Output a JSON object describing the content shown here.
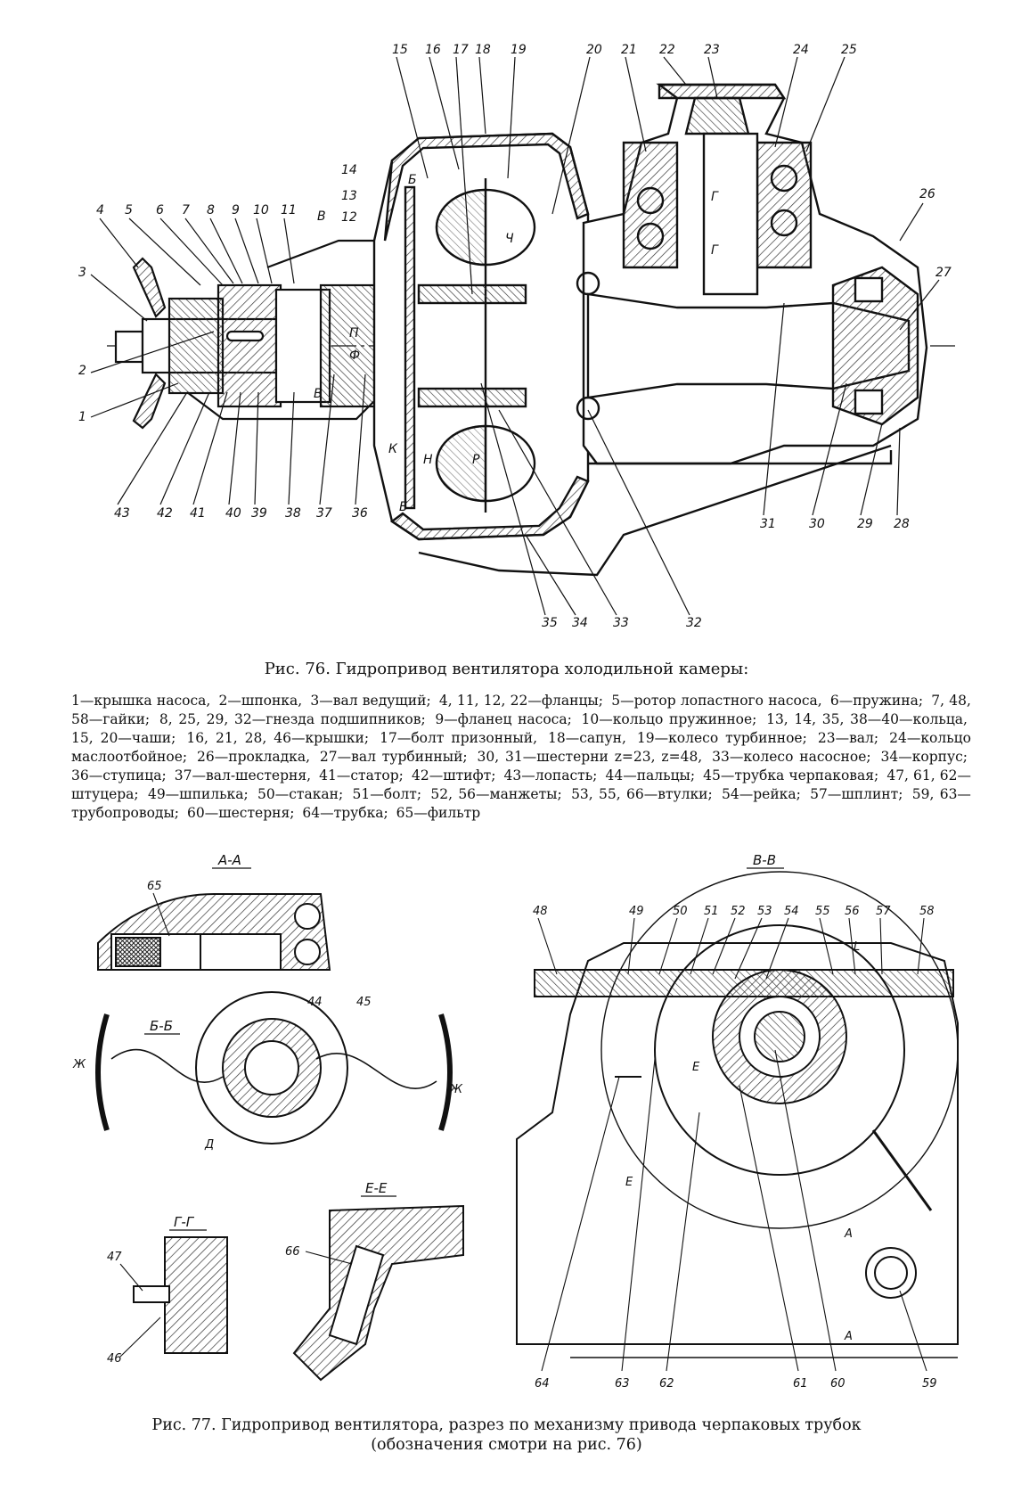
{
  "figure76": {
    "caption": "Рис. 76. Гидропривод вентилятора холодильной камеры:",
    "legend": [
      "1—крышка насоса,",
      "2—шпонка,",
      "3—вал ведущий;",
      "4, 11, 12, 22—фланцы;",
      "5—ротор лопастного насоса,",
      "6—пружина;",
      "7, 48, 58—гайки;",
      "8, 25, 29, 32—гнезда подшипников;",
      "9—фланец насоса;",
      "10—кольцо пружинное;",
      "13, 14, 35, 38—40—кольца,",
      "15, 20—чаши;",
      "16, 21, 28, 46—крышки;",
      "17—болт призонный,",
      "18—сапун,",
      "19—колесо турбинное;",
      "23—вал;",
      "24—кольцо маслоотбойное;",
      "26—прокладка,",
      "27—вал турбинный;",
      "30, 31—шестерни z=23, z=48,",
      "33—колесо насосное;",
      "34—корпус;",
      "36—ступица;",
      "37—вал-шестерня,",
      "41—статор;",
      "42—штифт;",
      "43—лопасть;",
      "44—пальцы;",
      "45—трубка черпаковая;",
      "47, 61, 62—штуцера;",
      "49—шпилька;",
      "50—стакан;",
      "51—болт;",
      "52, 56—манжеты;",
      "53, 55, 66—втулки;",
      "54—рейка;",
      "57—шплинт;",
      "59, 63—трубопроводы;",
      "60—шестерня;",
      "64—трубка;",
      "65—фильтр"
    ],
    "callouts_top": [
      "15",
      "16",
      "17",
      "18",
      "19",
      "20",
      "21",
      "22",
      "23",
      "24",
      "25"
    ],
    "callouts_left": [
      "4",
      "5",
      "6",
      "7",
      "8",
      "9",
      "10",
      "11",
      "3",
      "2",
      "1",
      "14",
      "13",
      "12",
      "26",
      "27"
    ],
    "callouts_bottom": [
      "43",
      "42",
      "41",
      "40",
      "39",
      "38",
      "37",
      "36",
      "35",
      "34",
      "33",
      "32",
      "31",
      "30",
      "29",
      "28"
    ],
    "section_marks": [
      "В",
      "Б",
      "Ч",
      "Г",
      "Г",
      "П",
      "Ф",
      "К",
      "Н",
      "Б",
      "Р",
      "В"
    ]
  },
  "figure77": {
    "caption_line1": "Рис. 77. Гидропривод вентилятора, разрез по механизму привода черпаковых трубок",
    "caption_line2": "(обозначения смотри на рис. 76)",
    "views": {
      "aa": {
        "title": "А-А",
        "labels": [
          "65"
        ]
      },
      "bb": {
        "title": "Б-Б",
        "labels": [
          "44",
          "45",
          "Ж",
          "Ж",
          "Д"
        ]
      },
      "gg": {
        "title": "Г-Г",
        "labels": [
          "47",
          "46"
        ]
      },
      "ee": {
        "title": "Е-Е",
        "labels": [
          "66"
        ]
      },
      "vv": {
        "title": "В-В",
        "labels_top": [
          "48",
          "49",
          "50",
          "51",
          "52",
          "53",
          "54",
          "55",
          "56",
          "57",
          "58"
        ],
        "labels_bottom": [
          "64",
          "63",
          "62",
          "61",
          "60",
          "59"
        ],
        "marks": [
          "L",
          "Е",
          "Е",
          "А",
          "А"
        ]
      }
    }
  },
  "colors": {
    "ink": "#111111",
    "paper": "#ffffff",
    "hatch": "#333333"
  },
  "icons": [
    "hatch-pattern"
  ]
}
